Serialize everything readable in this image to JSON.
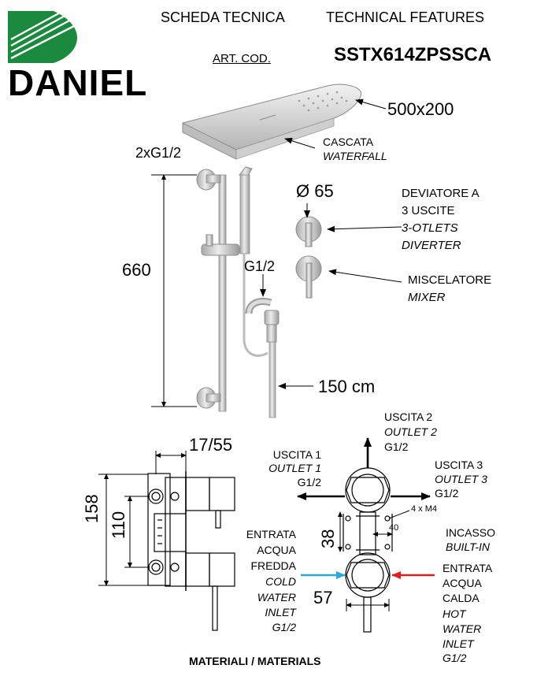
{
  "brand": {
    "name": "DANIEL",
    "accent": "#1b8a3e"
  },
  "header": {
    "title_it": "SCHEDA TECNICA",
    "title_en": "TECHNICAL FEATURES",
    "art_label": "ART. COD.",
    "art_code": "SSTX614ZPSSCA"
  },
  "labels": {
    "size": "500x200",
    "cascata": "CASCATA",
    "waterfall": "WATERFALL",
    "conn_top": "2xG1/2",
    "diameter": "Ø 65",
    "deviatore_1": "DEVIATORE A",
    "deviatore_2": "3 USCITE",
    "otlets_1": "3-OTLETS",
    "otlets_2": "DIVERTER",
    "height": "660",
    "g12_mid": "G1/2",
    "miscelatore": "MISCELATORE",
    "mixer": "MIXER",
    "hose": "150 cm"
  },
  "tech": {
    "dim_17_55": "17/55",
    "dim_158": "158",
    "dim_110": "110",
    "dim_38": "38",
    "dim_40": "40",
    "dim_57": "57",
    "m4": "4 x M4",
    "uscita2": "USCITA 2",
    "outlet2": "OUTLET 2",
    "g12_u2": "G1/2",
    "uscita1": "USCITA 1",
    "outlet1": "OUTLET 1",
    "g12_u1": "G1/2",
    "uscita3": "USCITA 3",
    "outlet3": "OUTLET 3",
    "g12_u3": "G1/2",
    "incasso": "INCASSO",
    "built_in": "BUILT-IN",
    "cold_1": "ENTRATA",
    "cold_2": "ACQUA",
    "cold_3": "FREDDA",
    "cold_4": "COLD",
    "cold_5": "WATER",
    "cold_6": "INLET",
    "cold_7": "G1/2",
    "hot_1": "ENTRATA",
    "hot_2": "ACQUA",
    "hot_3": "CALDA",
    "hot_4": "HOT",
    "hot_5": "WATER",
    "hot_6": "INLET",
    "hot_7": "G1/2",
    "cold_color": "#2aa8e0",
    "hot_color": "#e02020"
  },
  "footer": {
    "materials": "MATERIALI / MATERIALS"
  }
}
